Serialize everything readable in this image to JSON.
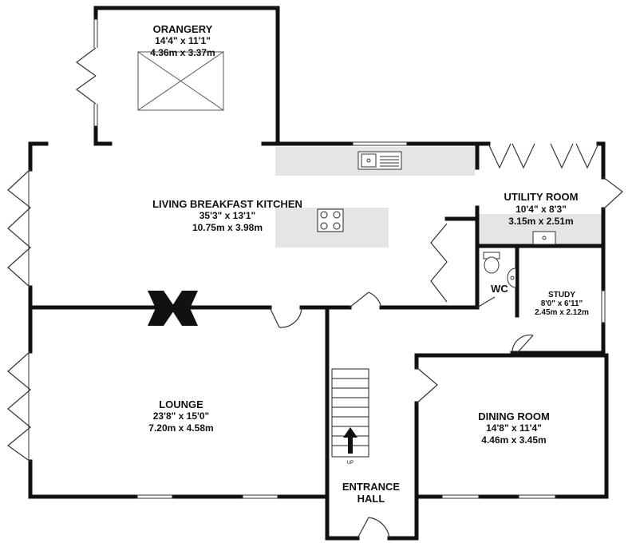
{
  "colors": {
    "wall": "#111111",
    "worktop": "#e3e6e3",
    "background": "#ffffff"
  },
  "rooms": {
    "orangery": {
      "name": "ORANGERY",
      "imperial": "14'4\" x 11'1\"",
      "metric": "4.36m x 3.37m"
    },
    "kitchen": {
      "name": "LIVING BREAKFAST KITCHEN",
      "imperial": "35'3\" x 13'1\"",
      "metric": "10.75m x 3.98m"
    },
    "utility": {
      "name": "UTILITY ROOM",
      "imperial": "10'4\" x 8'3\"",
      "metric": "3.15m x 2.51m"
    },
    "wc": {
      "name": "WC"
    },
    "study": {
      "name": "STUDY",
      "imperial": "8'0\" x 6'11\"",
      "metric": "2.45m x 2.12m"
    },
    "lounge": {
      "name": "LOUNGE",
      "imperial": "23'8\" x 15'0\"",
      "metric": "7.20m x 4.58m"
    },
    "dining": {
      "name": "DINING ROOM",
      "imperial": "14'8\" x 11'4\"",
      "metric": "4.46m x 3.45m"
    },
    "entrance": {
      "name_line1": "ENTRANCE",
      "name_line2": "HALL"
    }
  },
  "stairs": {
    "label": "UP"
  },
  "icons": [
    "sink-icon",
    "hob-icon",
    "toilet-icon",
    "basin-icon",
    "fireplace-icon",
    "stair-arrow-icon"
  ]
}
